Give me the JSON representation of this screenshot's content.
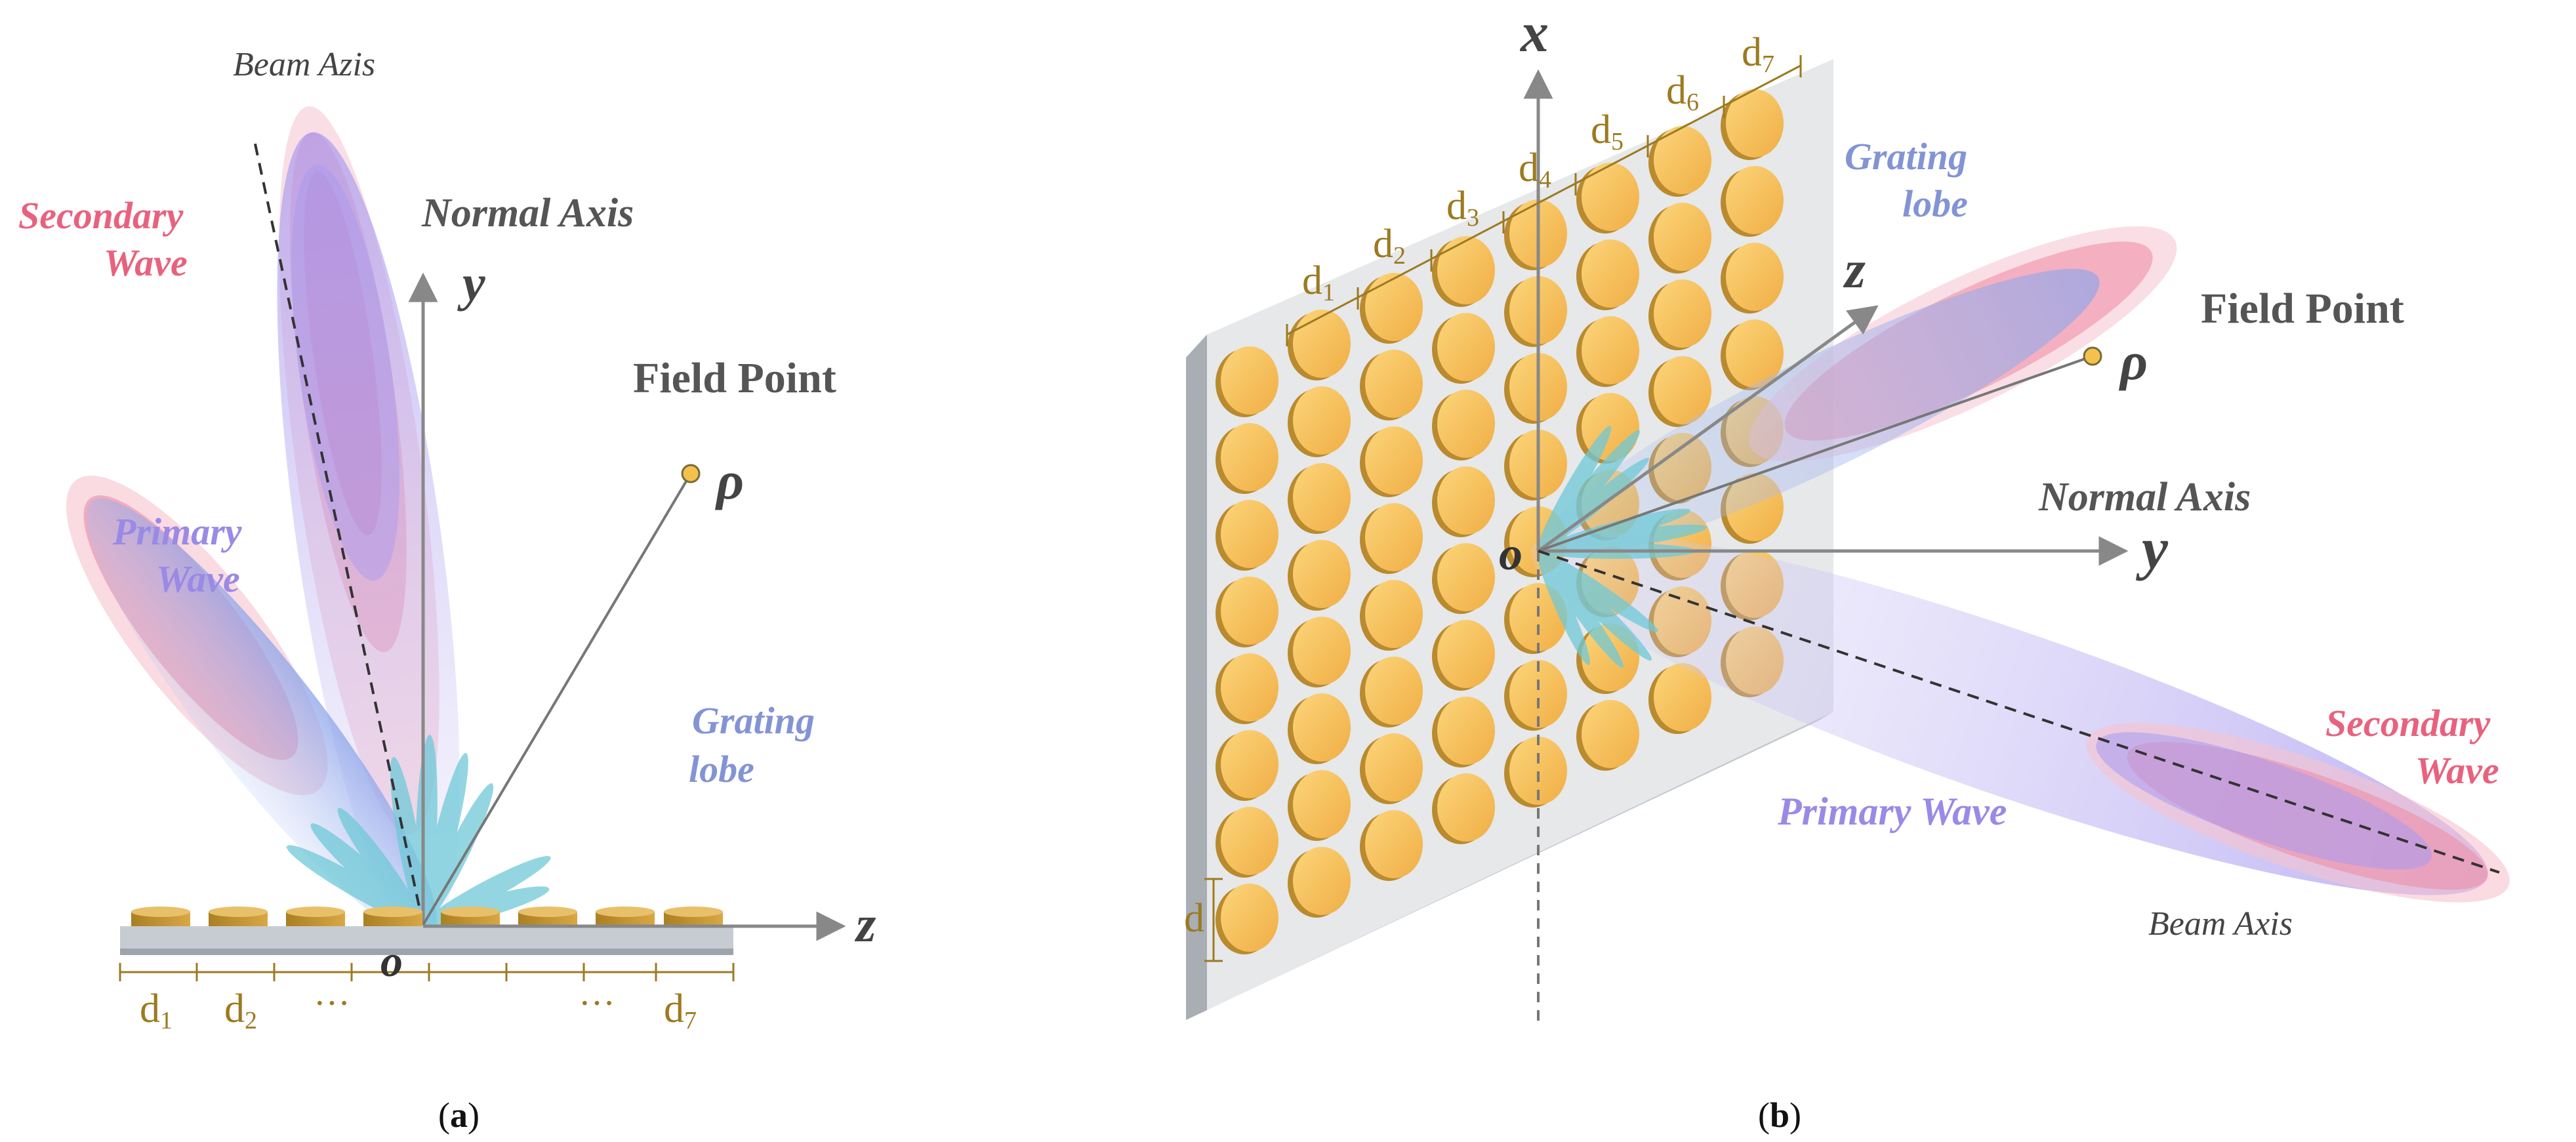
{
  "panel_a": {
    "beam_axis": "Beam Azis",
    "normal_axis": "Normal Axis",
    "y_label": "y",
    "z_label": "z",
    "origin": "o",
    "secondary_wave": [
      "Secondary",
      "Wave"
    ],
    "primary_wave": [
      "Primary",
      "Wave"
    ],
    "field_point": "Field Point",
    "rho": "ρ",
    "grating_lobe": [
      "Grating",
      "lobe"
    ],
    "spacings": [
      {
        "base": "d",
        "sub": "1"
      },
      {
        "base": "d",
        "sub": "2"
      },
      {
        "base": "···",
        "sub": ""
      },
      {
        "base": "···",
        "sub": ""
      },
      {
        "base": "d",
        "sub": "7"
      }
    ],
    "caption": {
      "open": "(",
      "letter": "a",
      "close": ")"
    }
  },
  "panel_b": {
    "x_label": "x",
    "z_label": "z",
    "y_label": "y",
    "origin": "o",
    "rho": "ρ",
    "field_point": "Field Point",
    "normal_axis": "Normal Axis",
    "grating_lobe": [
      "Grating",
      "lobe"
    ],
    "secondary_wave": [
      "Secondary",
      "Wave"
    ],
    "primary_wave": "Primary Wave",
    "beam_axis": "Beam Axis",
    "spacings": [
      {
        "base": "d",
        "sub": "1"
      },
      {
        "base": "d",
        "sub": "2"
      },
      {
        "base": "d",
        "sub": "3"
      },
      {
        "base": "d",
        "sub": "4"
      },
      {
        "base": "d",
        "sub": "5"
      },
      {
        "base": "d",
        "sub": "6"
      },
      {
        "base": "d",
        "sub": "7"
      }
    ],
    "d_label": "d",
    "caption": {
      "open": "(",
      "letter": "b",
      "close": ")"
    }
  },
  "colors": {
    "secondary_text": "#e8627e",
    "primary_text": "#9a8ae6",
    "grating_text": "#8394d4",
    "axis_text": "#555555",
    "gold": "#9c7a20",
    "patch": "#f4be5a",
    "lobe_teal": "#6fc9d8"
  }
}
